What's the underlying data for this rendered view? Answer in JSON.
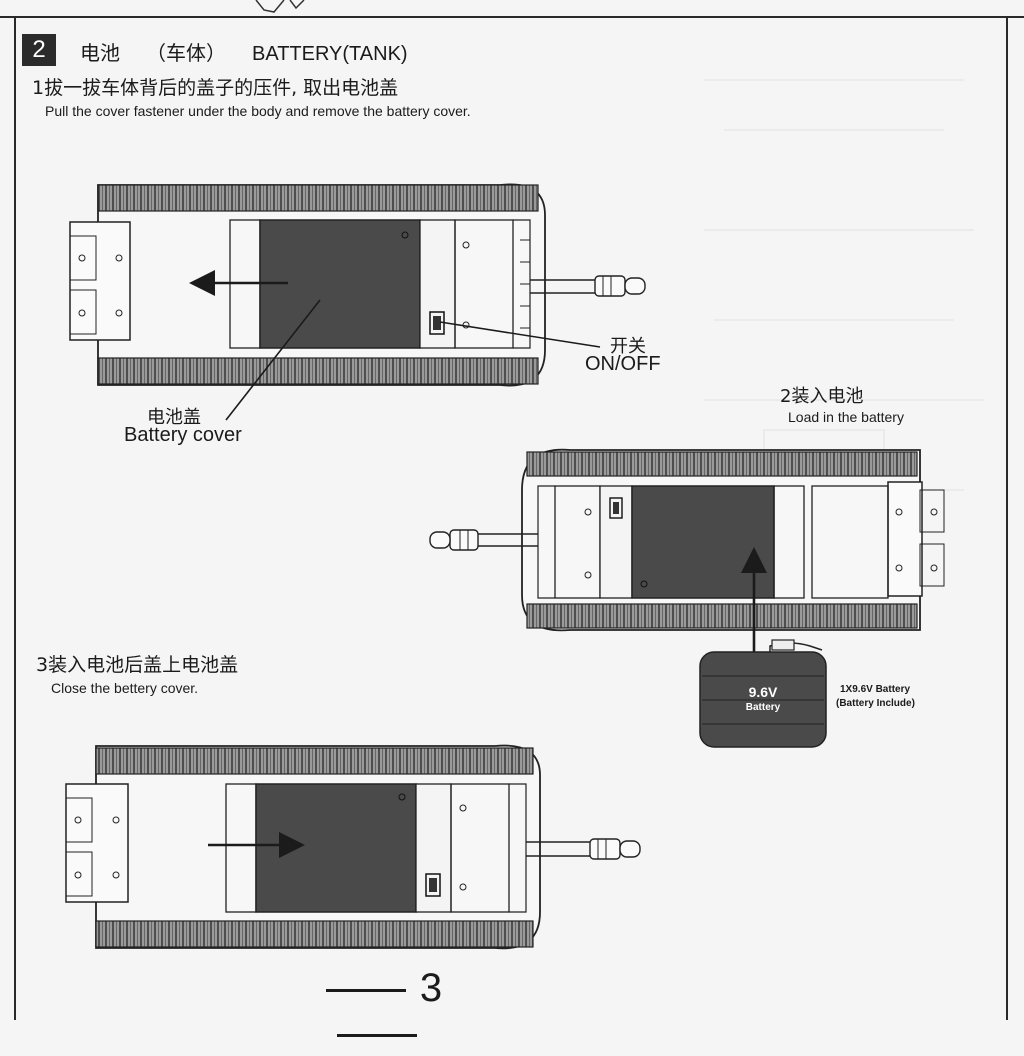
{
  "section": {
    "number": "2",
    "title_cn": "电池",
    "title_cn_sub": "（车体）",
    "title_en": "BATTERY(TANK)"
  },
  "step1": {
    "cn": "1拔一拔车体背后的盖子的压件, 取出电池盖",
    "en": "Pull the cover fastener under the body and remove the battery  cover."
  },
  "labels": {
    "switch_cn": "开关",
    "switch_en": "ON/OFF",
    "cover_cn": "电池盖",
    "cover_en": "Battery cover"
  },
  "step2": {
    "cn": "2装入电池",
    "en": "Load in the battery"
  },
  "battery": {
    "voltage": "9.6V",
    "word": "Battery",
    "spec_line1": "1X9.6V Battery",
    "spec_line2": "(Battery Include)"
  },
  "step3": {
    "cn": "3装入电池后盖上电池盖",
    "en": "Close the bettery cover."
  },
  "page_number": "3",
  "colors": {
    "ink": "#1b1b1b",
    "compartment": "#4a4a4a",
    "track": "#8a8a8a",
    "background": "#f4f5f4"
  }
}
